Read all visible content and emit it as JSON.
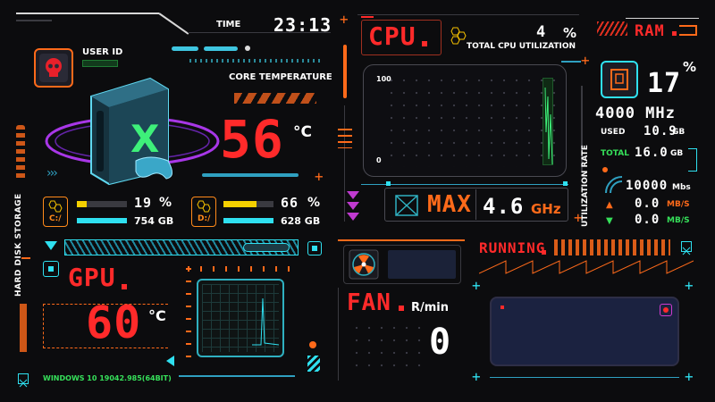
{
  "header": {
    "time_label": "TIME",
    "time_value": "23:13",
    "user_id_label": "USER ID",
    "core_temp_label": "CORE TEMPERATURE"
  },
  "core_temp": {
    "value": "56",
    "unit": "°C"
  },
  "storage": {
    "section_label": "HARD DISK STORAGE",
    "drives": [
      {
        "letter": "C:/",
        "percent": "19",
        "percent_unit": "%",
        "size": "754 GB",
        "fill": 0.19
      },
      {
        "letter": "D:/",
        "percent": "66",
        "percent_unit": "%",
        "size": "628 GB",
        "fill": 0.66
      }
    ]
  },
  "gpu": {
    "title": "GPU",
    "value": "60",
    "unit": "°C"
  },
  "os": {
    "version": "WINDOWS 10 19042.985(64BIT)"
  },
  "cpu": {
    "title": "CPU",
    "utilization": "4",
    "utilization_unit": "%",
    "utilization_label": "TOTAL CPU UTILIZATION",
    "chart_top": "100",
    "chart_bottom": "0",
    "max_label": "MAX",
    "max_value": "4.6",
    "max_unit": "GHz"
  },
  "ram": {
    "title": "RAM",
    "percent": "17",
    "percent_unit": "%",
    "frequency": "4000 MHz",
    "used_label": "USED",
    "used_value": "10.9",
    "used_unit": "GB",
    "total_label": "TOTAL",
    "total_value": "16.0",
    "total_unit": "GB",
    "utilization_rate_label": "UTILIZATION RATE"
  },
  "network": {
    "speed": "10000",
    "speed_unit": "Mbs",
    "upload": "0.0",
    "upload_unit": "MB/S",
    "download": "0.0",
    "download_unit": "MB/S"
  },
  "fan": {
    "title": "FAN",
    "unit": "R/min",
    "value": "0"
  },
  "running": {
    "title": "RUNNING"
  },
  "colors": {
    "accent_red": "#ff2a2a",
    "accent_orange": "#ff6a1a",
    "accent_cyan": "#2fe0f0",
    "accent_green": "#36e05a",
    "accent_yellow": "#f5d000"
  }
}
